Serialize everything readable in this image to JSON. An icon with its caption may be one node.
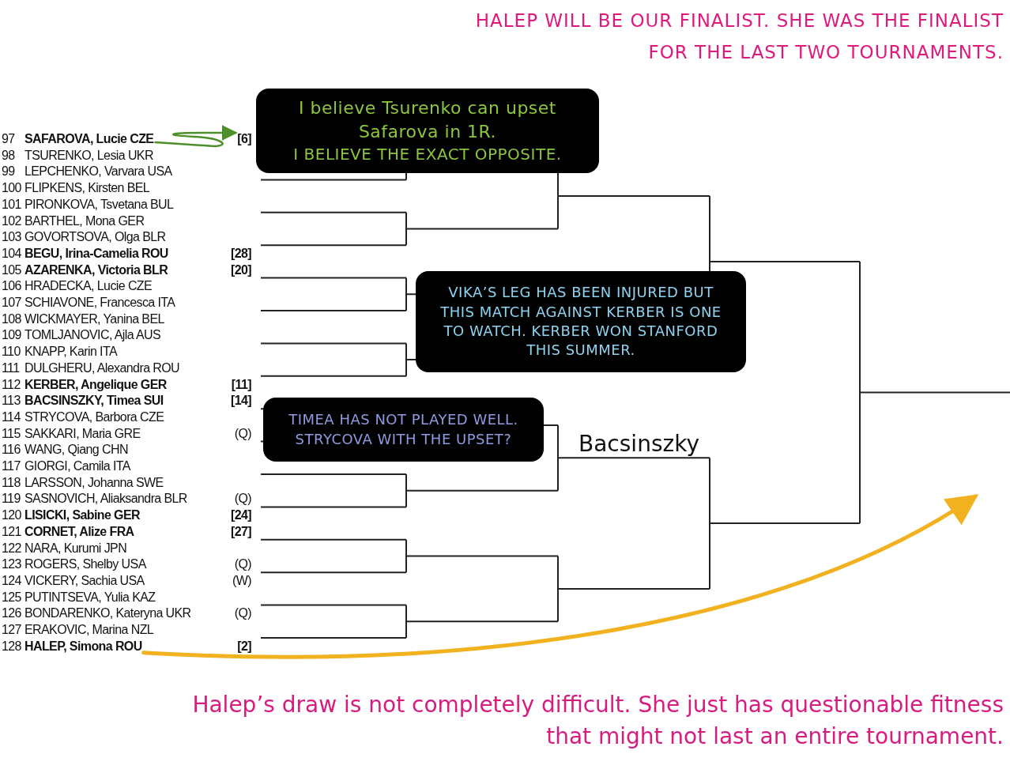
{
  "diagram": {
    "nodes": [
      {
        "text": [
          "I believe Tsurenko can upset Safarova in 1R.",
          "I BELIEVE THE EXACT OPPOSITE."
        ]
      },
      {
        "text": [
          "SAFAROVA, Lucie CZE"
        ]
      },
      {
        "text": [
          "[6]"
        ]
      },
      {
        "text": [
          "VIKA’S LEG HAS BEEN INJURED BUT THIS MATCH AGAINST KERBER IS ONE TO WATCH. KERBER WON STANFORD THIS SUMMER."
        ]
      },
      {
        "text": [
          "TIMEA HAS NOT PLAYED WELL. STRYCOVA WITH THE UPSET?"
        ]
      },
      {
        "text": [
          "HALEP, Simona ROU"
        ]
      }
    ],
    "edges": [
      {
        "from": 1,
        "to": 2,
        "arrow": "to",
        "color": "#4e8f2c"
      },
      {
        "from": 5,
        "to": null,
        "arrow": "to",
        "style": "thick",
        "color": "#f2b11e"
      }
    ],
    "labels": [
      "HALEP WILL BE OUR FINALIST. SHE WAS THE FINALIST FOR THE LAST TWO TOURNAMENTS.",
      "97",
      "98",
      "TSURENKO, Lesia UKR",
      "99",
      "LEPCHENKO, Varvara USA",
      "100",
      "FLIPKENS, Kirsten BEL",
      "101",
      "PIRONKOVA, Tsvetana BUL",
      "102",
      "BARTHEL, Mona GER",
      "103",
      "GOVORTSOVA, Olga BLR",
      "104",
      "BEGU, Irina-Camelia ROU",
      "[28]",
      "105",
      "AZARENKA, Victoria BLR",
      "[20]",
      "106",
      "HRADECKA, Lucie CZE",
      "107",
      "SCHIAVONE, Francesca ITA",
      "108",
      "WICKMAYER, Yanina BEL",
      "109",
      "TOMLJANOVIC, Ajla AUS",
      "110",
      "KNAPP, Karin ITA",
      "111",
      "DULGHERU, Alexandra ROU",
      "112",
      "KERBER, Angelique GER",
      "[11]",
      "113",
      "BACSINSZKY, Timea SUI",
      "[14]",
      "114",
      "STRYCOVA, Barbora CZE",
      "115",
      "SAKKARI, Maria GRE",
      "(Q)",
      "116",
      "WANG, Qiang CHN",
      "117",
      "GIORGI, Camila ITA",
      "118",
      "LARSSON, Johanna SWE",
      "119",
      "SASNOVICH, Aliaksandra BLR",
      "(Q)",
      "120",
      "LISICKI, Sabine GER",
      "[24]",
      "121",
      "CORNET, Alize FRA",
      "[27]",
      "122",
      "NARA, Kurumi JPN",
      "123",
      "ROGERS, Shelby USA",
      "(Q)",
      "124",
      "VICKERY, Sachia USA",
      "(W)",
      "125",
      "PUTINTSEVA, Yulia KAZ",
      "126",
      "BONDARENKO, Kateryna UKR",
      "(Q)",
      "127",
      "ERAKOVIC, Marina NZL",
      "128",
      "[2]",
      "Bacsinszky",
      "Halep’s draw is not completely difficult. She just has questionable fitness that might not last an entire tournament."
    ]
  }
}
